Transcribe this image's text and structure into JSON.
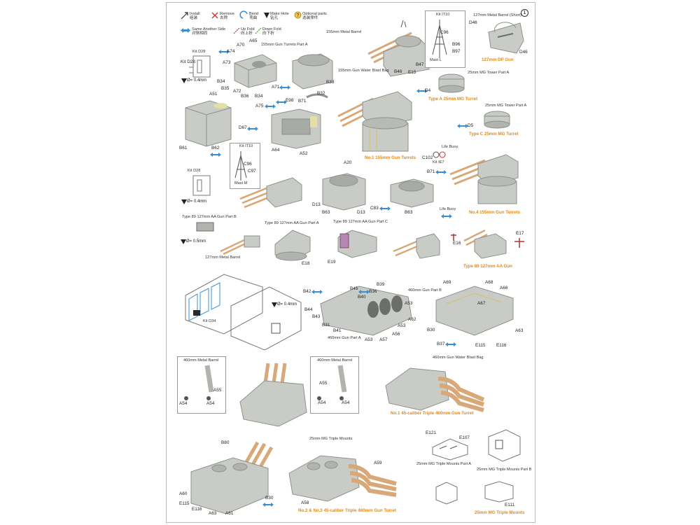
{
  "page_number": "1",
  "legend": {
    "install": {
      "en": "Install",
      "zh": "组装"
    },
    "remove": {
      "en": "Remove",
      "zh": "去除"
    },
    "bend": {
      "en": "Bend",
      "zh": "弯曲"
    },
    "make_hole": {
      "en": "Make Hole",
      "zh": "钻孔"
    },
    "optional": {
      "en": "Optional parts",
      "zh": "选装零件"
    },
    "same_side": {
      "en": "Same Another Side",
      "zh": "对侧相同"
    },
    "up_fold": {
      "en": "Up Fold",
      "zh": "向上折"
    },
    "down_fold": {
      "en": "Down Fold",
      "zh": "向下折"
    }
  },
  "captions": {
    "dp_gun": "127mm DP Gun",
    "type_a": "Type A 25mm MG Turret",
    "type_c": "Type C 25mm MG Turret",
    "no1_155": "No.1 155mm Gun Turrets",
    "no4_155": "No.4 155mm Gun Turrets",
    "type89": "Type 89 127mm AA Gun",
    "no1_460": "No.1 45-caliber Triple 460mm Gun Turret",
    "no23_460": "No.2 & No.3 45-caliber Triple 460mm Gun Turret",
    "mg_triple": "25mm MG Triple Mounts"
  },
  "labels": {
    "barrel_127_short": "127mm Metal Barrel (Short)",
    "barrel_155": "155mm Metal Barrel",
    "blast_155": "155mm Gun Water Blast Bag",
    "turret_155_a": "155mm Gun Turrets Part A",
    "mg_tower_a": "25mm MG Tower Part A",
    "mg_tower_a2": "25mm MG Tower Part A",
    "life_buoy": "Life Buoy",
    "life_buoy2": "Life Buoy",
    "kit_it10": "Kit IT10",
    "kit_it10b": "Kit IT10",
    "mast_l": "Mast L",
    "mast_m": "Mast M",
    "kit_d28": "Kit D28",
    "kit_d28b": "Kit D28",
    "kit_ie7": "Kit IE7",
    "kit_d34": "Kit D34",
    "t89_b": "Type 89 127mm AA Gun Part B",
    "t89_a": "Type 89 127mm AA Gun Part A",
    "t89_c": "Type 89 127mm AA Gun Part C",
    "barrel_127": "127mm Metal Barrel",
    "gun460_a": "460mm Gun Part A",
    "gun460_b": "460mm Gun Part B",
    "barrel_460a": "460mm Metal Barrel",
    "barrel_460b": "460mm Metal Barrel",
    "blast_460": "460mm Gun Water Blast Bag",
    "mg_triple_lbl": "25mm MG Triple Mounts",
    "mg_part_a": "25mm MG Triple Mounts Part A",
    "mg_part_b": "25mm MG Triple Mounts Part B"
  },
  "dims": {
    "d1": "Ø= 0.4mm",
    "d2": "Ø= 0.4mm",
    "d3": "Ø= 0.5mm",
    "d4": "Ø= 0.4mm"
  },
  "parts": {
    "D46a": "D46",
    "D46b": "D46",
    "C96a": "C96",
    "B96": "B96",
    "B97": "B97",
    "B46": "B46",
    "E15": "E15",
    "B47": "B47",
    "A70": "A70",
    "A65": "A65",
    "A74": "A74",
    "A73": "A73",
    "B34a": "B34",
    "B35": "B35",
    "A72": "A72",
    "B36": "B36",
    "B34b": "B34",
    "A71": "A71",
    "B33": "B33",
    "B32": "B32",
    "D4": "D4",
    "A51": "A51",
    "A75": "A75",
    "E98": "E98",
    "B71a": "B71",
    "D67": "D67",
    "B61": "B61",
    "B62": "B62",
    "A64": "A64",
    "A52": "A52",
    "D5": "D5",
    "C102": "C102",
    "C96b": "C96",
    "C97": "C97",
    "A20": "A20",
    "B71b": "B71",
    "D13a": "D13",
    "B63a": "B63",
    "D13b": "D13",
    "C83": "C83",
    "B63b": "B63",
    "E17": "E17",
    "E16": "E16",
    "E18": "E18",
    "E19": "E19",
    "B39": "B39",
    "B45": "B45",
    "B40": "B40",
    "B36b": "B36",
    "A69": "A69",
    "A68": "A68",
    "A66": "A66",
    "A67": "A67",
    "B42": "B42",
    "B44": "B44",
    "B43": "B43",
    "A53a": "A53",
    "A62": "A62",
    "A53b": "A53",
    "B31": "B31",
    "B41": "B41",
    "A56": "A56",
    "A53c": "A53",
    "A57": "A57",
    "B30a": "B30",
    "A63a": "A63",
    "B37": "B37",
    "E115a": "E115",
    "E116a": "E116",
    "A55a": "A55",
    "A54a": "A54",
    "A54b": "A54",
    "A55b": "A55",
    "A54c": "A54",
    "A54d": "A54",
    "B80": "B80",
    "A60": "A60",
    "E115b": "E115",
    "E116b": "E116",
    "A63b": "A63",
    "A61": "A61",
    "B30b": "B30",
    "A59": "A59",
    "A58": "A58",
    "E121": "E121",
    "E107": "E107",
    "E111": "E111"
  },
  "colors": {
    "hull": "#c9ccc6",
    "hull_dark": "#8e928c",
    "brass": "#d9a878",
    "arrow": "#3b8fd0",
    "caption": "#e08a1e"
  }
}
